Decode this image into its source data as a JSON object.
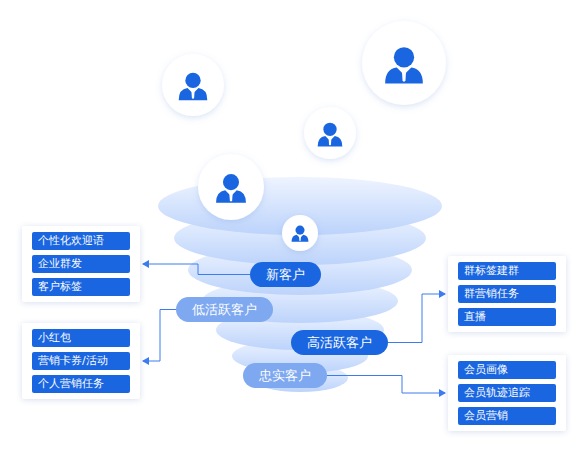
{
  "diagram": {
    "nodes": [
      {
        "text": []
      },
      {
        "text": [
          "个性化欢迎语"
        ],
        "in": 0
      },
      {
        "text": [
          "企业群发"
        ],
        "in": 0
      },
      {
        "text": [
          "客户标签"
        ],
        "in": 0
      },
      {
        "text": [
          "新客户"
        ]
      },
      {
        "text": [
          "低活跃客户"
        ]
      },
      {
        "text": [
          "高活跃客户"
        ]
      },
      {
        "text": [
          "忠实客户"
        ]
      },
      {
        "text": []
      },
      {
        "text": [
          "小红包"
        ],
        "in": 8
      },
      {
        "text": [
          "营销卡券/活动"
        ],
        "in": 8
      },
      {
        "text": [
          "个人营销任务"
        ],
        "in": 8
      },
      {
        "text": []
      },
      {
        "text": [
          "群标签建群"
        ],
        "in": 12
      },
      {
        "text": [
          "群营销任务"
        ],
        "in": 12
      },
      {
        "text": [
          "直播"
        ],
        "in": 12
      },
      {
        "text": []
      },
      {
        "text": [
          "会员画像"
        ],
        "in": 16
      },
      {
        "text": [
          "会员轨迹追踪"
        ],
        "in": 16
      },
      {
        "text": [
          "会员营销"
        ],
        "in": 16
      }
    ],
    "edges": [
      {
        "from": 4,
        "to": 0,
        "arrow": "to"
      },
      {
        "from": 5,
        "to": 8,
        "arrow": "to"
      },
      {
        "from": 6,
        "to": 12,
        "arrow": "to"
      },
      {
        "from": 7,
        "to": 16,
        "arrow": "to"
      }
    ]
  }
}
